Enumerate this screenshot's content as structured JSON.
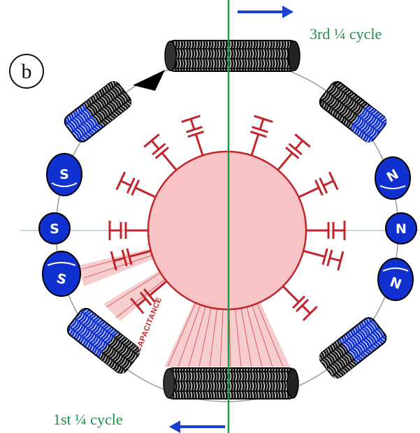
{
  "panel_label": "b",
  "top_caption": "3rd ¼ cycle",
  "bottom_caption": "1st ¼ cycle",
  "capacitance_label": "CAPACITANCE",
  "pole_labels": {
    "left": "S",
    "right": "N"
  },
  "colors": {
    "green_axis": "#1f9a45",
    "blue_arrow": "#1a3fd1",
    "red": "#c0262c",
    "pink_disc": "#f7c3c4",
    "blue_magnet": "#1030d0",
    "black_coil": "#111111"
  }
}
